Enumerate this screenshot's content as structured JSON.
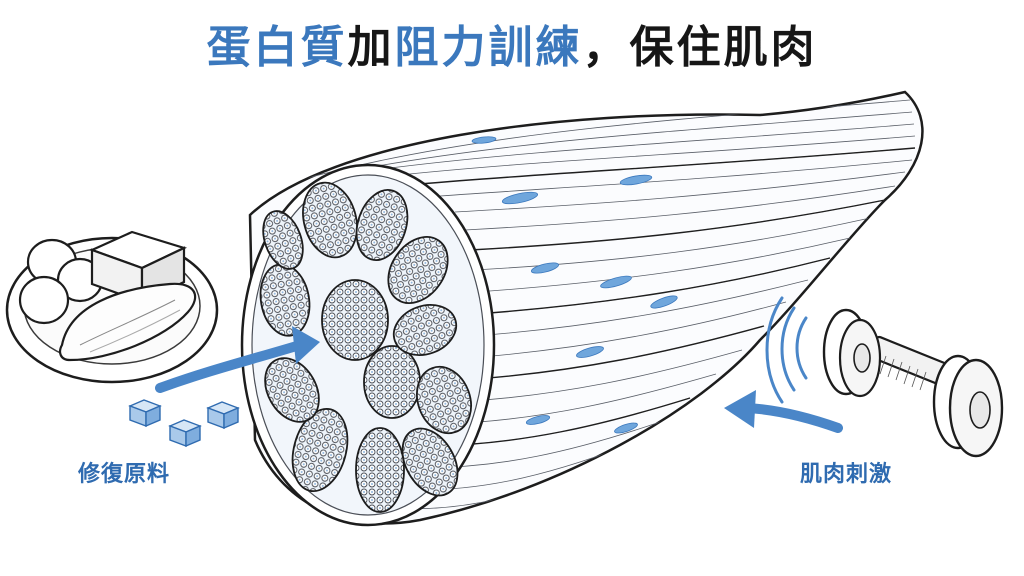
{
  "title": {
    "part1": "蛋白質",
    "part2": "加",
    "part3": "阻力訓練",
    "part4": "，保住肌肉"
  },
  "labels": {
    "protein": "修復原料",
    "training": "肌肉刺激"
  },
  "colors": {
    "accent_blue": "#3b78bd",
    "title_dark": "#161616",
    "fiber_blue": "#5b9bd5"
  },
  "icons": [
    "food-plate-icon",
    "protein-cube-icon",
    "muscle-cross-section",
    "dumbbell-icon",
    "arrow-icon"
  ]
}
